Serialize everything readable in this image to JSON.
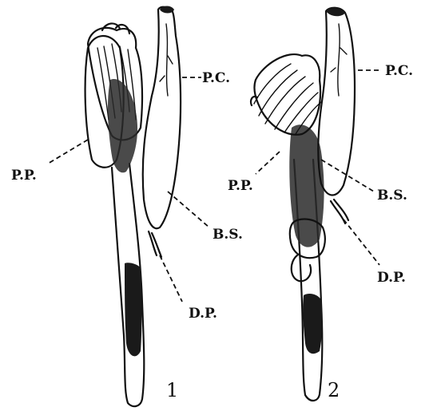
{
  "figures": [
    {
      "number": "1",
      "labels": {
        "pc": "P.C.",
        "pp": "P.P.",
        "bs": "B.S.",
        "dp": "D.P."
      }
    },
    {
      "number": "2",
      "labels": {
        "pc": "P.C.",
        "pp": "P.P.",
        "bs": "B.S.",
        "dp": "D.P."
      }
    }
  ],
  "colors": {
    "ink": "#111111",
    "paper": "#ffffff"
  }
}
